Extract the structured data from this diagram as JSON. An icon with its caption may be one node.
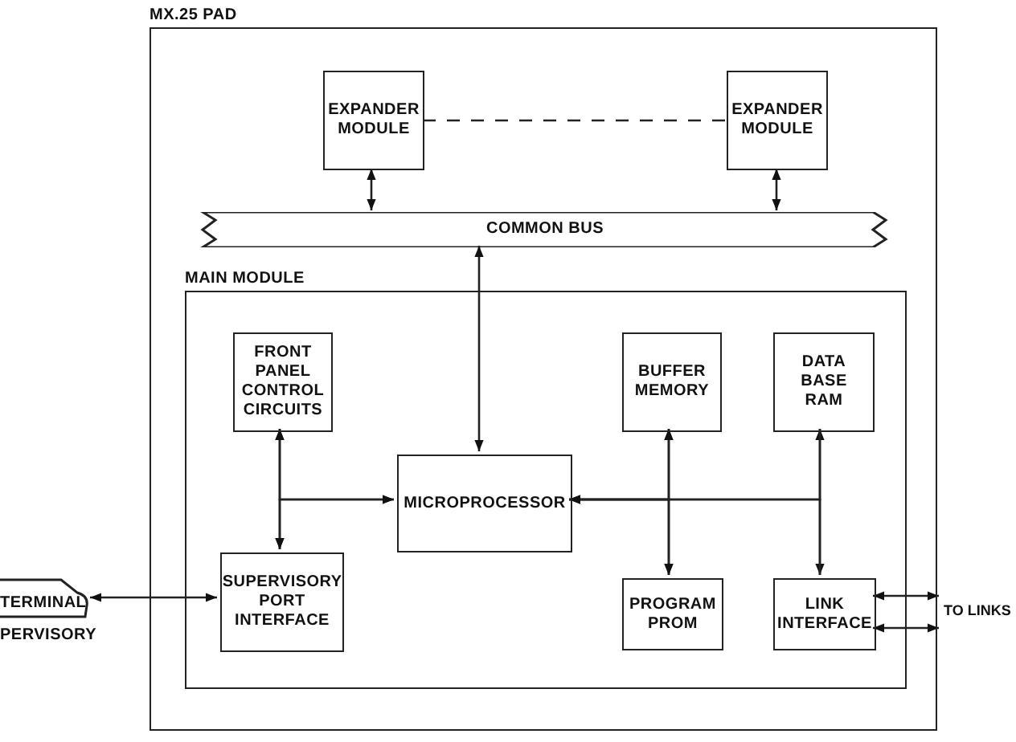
{
  "diagram": {
    "nodes": [
      {
        "text": [
          "MX.25 PAD"
        ]
      },
      {
        "text": [
          "EXPANDER MODULE"
        ],
        "in": 0
      },
      {
        "text": [
          "EXPANDER MODULE"
        ],
        "in": 0
      },
      {
        "text": [
          "COMMON BUS"
        ],
        "in": 0
      },
      {
        "text": [
          "MAIN MODULE"
        ],
        "in": 0
      },
      {
        "text": [
          "FRONT PANEL CONTROL CIRCUITS"
        ],
        "in": 4
      },
      {
        "text": [
          "MICROPROCESSOR"
        ],
        "in": 4
      },
      {
        "text": [
          "BUFFER MEMORY"
        ],
        "in": 4
      },
      {
        "text": [
          "DATA BASE RAM"
        ],
        "in": 4
      },
      {
        "text": [
          "SUPERVISORY PORT INTERFACE"
        ],
        "in": 4
      },
      {
        "text": [
          "PROGRAM PROM"
        ],
        "in": 4
      },
      {
        "text": [
          "LINK INTERFACE"
        ],
        "in": 4
      },
      {
        "text": [
          "TERMINAL"
        ],
        "beside": [
          "PERVISORY"
        ]
      },
      {
        "text": [
          "TO LINKS"
        ]
      }
    ],
    "edges": [
      {
        "from": 1,
        "to": 3,
        "arrow": "both"
      },
      {
        "from": 2,
        "to": 3,
        "arrow": "both"
      },
      {
        "from": 1,
        "to": 2,
        "arrow": "none",
        "style": "dashed"
      },
      {
        "from": 3,
        "to": 6,
        "arrow": "both"
      },
      {
        "from": 5,
        "to": 9,
        "arrow": "both"
      },
      {
        "from": 6,
        "to": 5,
        "arrow": "both"
      },
      {
        "from": 6,
        "to": 9,
        "arrow": "both"
      },
      {
        "from": 7,
        "to": 10,
        "arrow": "both"
      },
      {
        "from": 8,
        "to": 11,
        "arrow": "both"
      },
      {
        "from": 7,
        "to": 6,
        "arrow": "both"
      },
      {
        "from": 10,
        "to": 6,
        "arrow": "both"
      },
      {
        "from": 8,
        "to": 6,
        "arrow": "to"
      },
      {
        "from": 11,
        "to": 6,
        "arrow": "to"
      },
      {
        "from": 12,
        "to": 9,
        "arrow": "both"
      },
      {
        "from": 11,
        "to": 13,
        "arrow": "both"
      },
      {
        "from": 11,
        "to": 13,
        "arrow": "both"
      }
    ]
  }
}
